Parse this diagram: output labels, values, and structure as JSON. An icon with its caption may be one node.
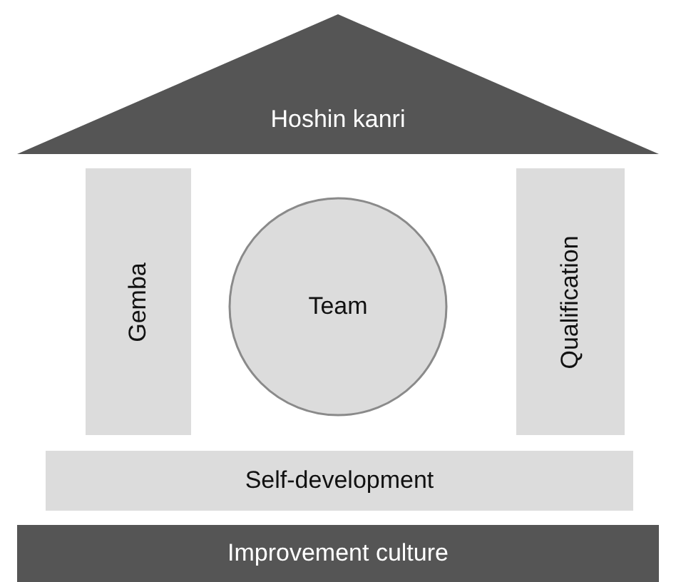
{
  "diagram": {
    "nodes": [
      {
        "text": [
          "Hoshin kanri"
        ]
      },
      {
        "text": [
          "Gemba"
        ]
      },
      {
        "text": [
          "Team"
        ]
      },
      {
        "text": [
          "Qualification"
        ]
      },
      {
        "text": [
          "Self-development"
        ]
      },
      {
        "text": [
          "Improvement culture"
        ]
      }
    ]
  }
}
